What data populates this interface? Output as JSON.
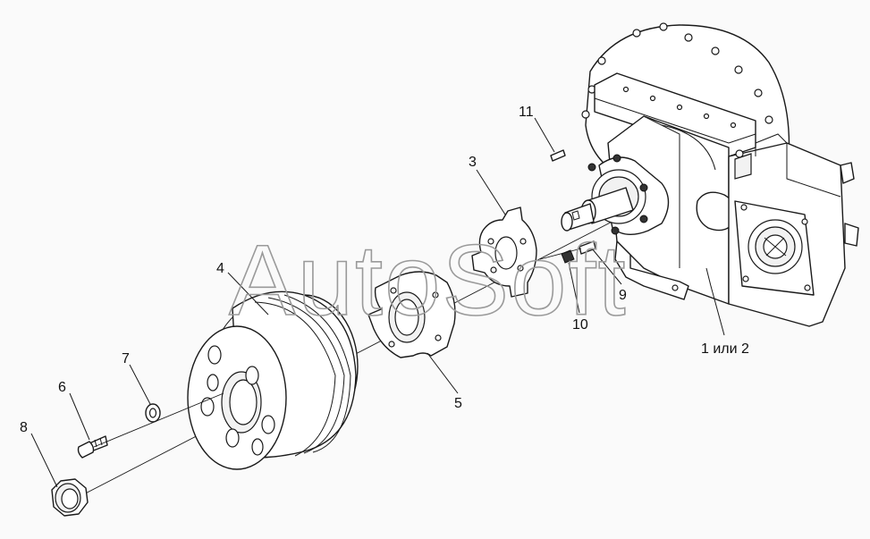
{
  "diagram": {
    "callouts": [
      {
        "id": "c1",
        "text": "1 или 2"
      },
      {
        "id": "c3",
        "text": "3"
      },
      {
        "id": "c4",
        "text": "4"
      },
      {
        "id": "c5",
        "text": "5"
      },
      {
        "id": "c6",
        "text": "6"
      },
      {
        "id": "c7",
        "text": "7"
      },
      {
        "id": "c8",
        "text": "8"
      },
      {
        "id": "c9",
        "text": "9"
      },
      {
        "id": "c10",
        "text": "10"
      },
      {
        "id": "c11",
        "text": "11"
      }
    ],
    "watermark": "AutoSoft"
  }
}
